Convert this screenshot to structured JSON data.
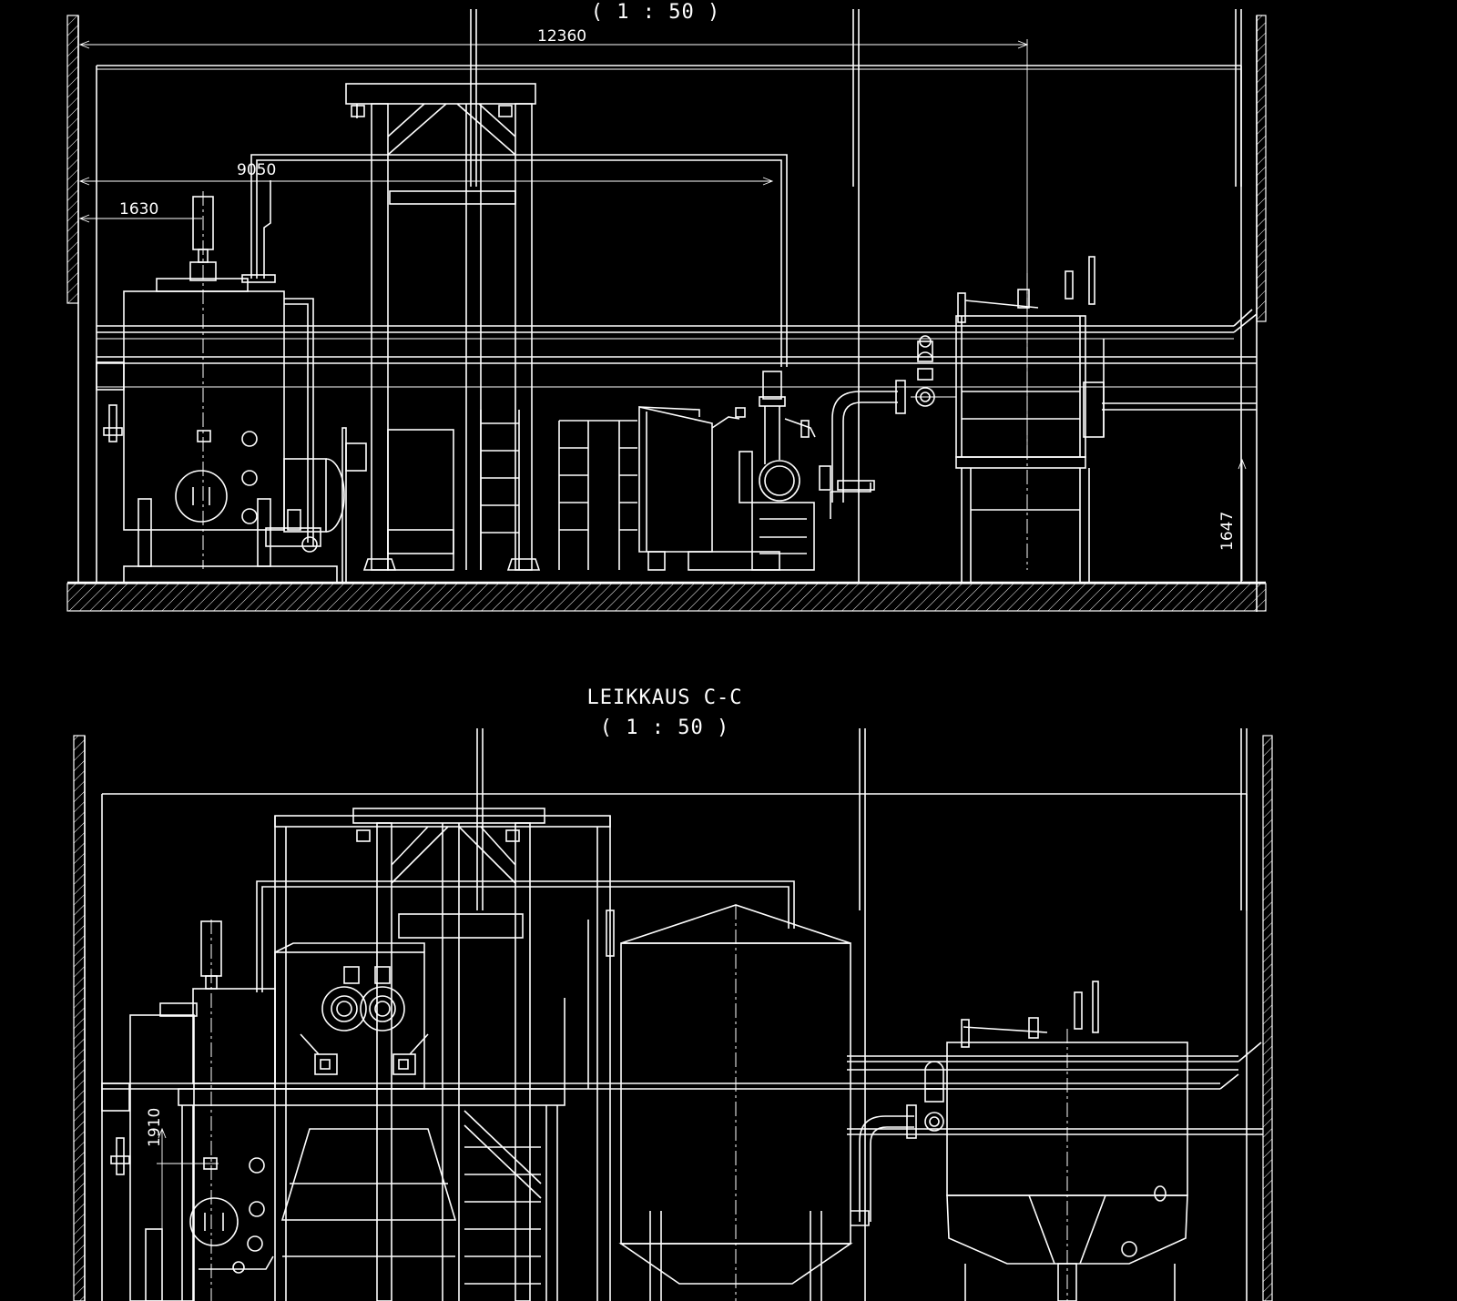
{
  "section_top": {
    "scale_label": "( 1 : 50 )",
    "dimensions": [
      "12360",
      "9050",
      "1630",
      "1647"
    ]
  },
  "section_bottom": {
    "title": "LEIKKAUS C-C",
    "scale_label": "( 1 : 50 )",
    "dimensions": [
      "1910"
    ]
  }
}
